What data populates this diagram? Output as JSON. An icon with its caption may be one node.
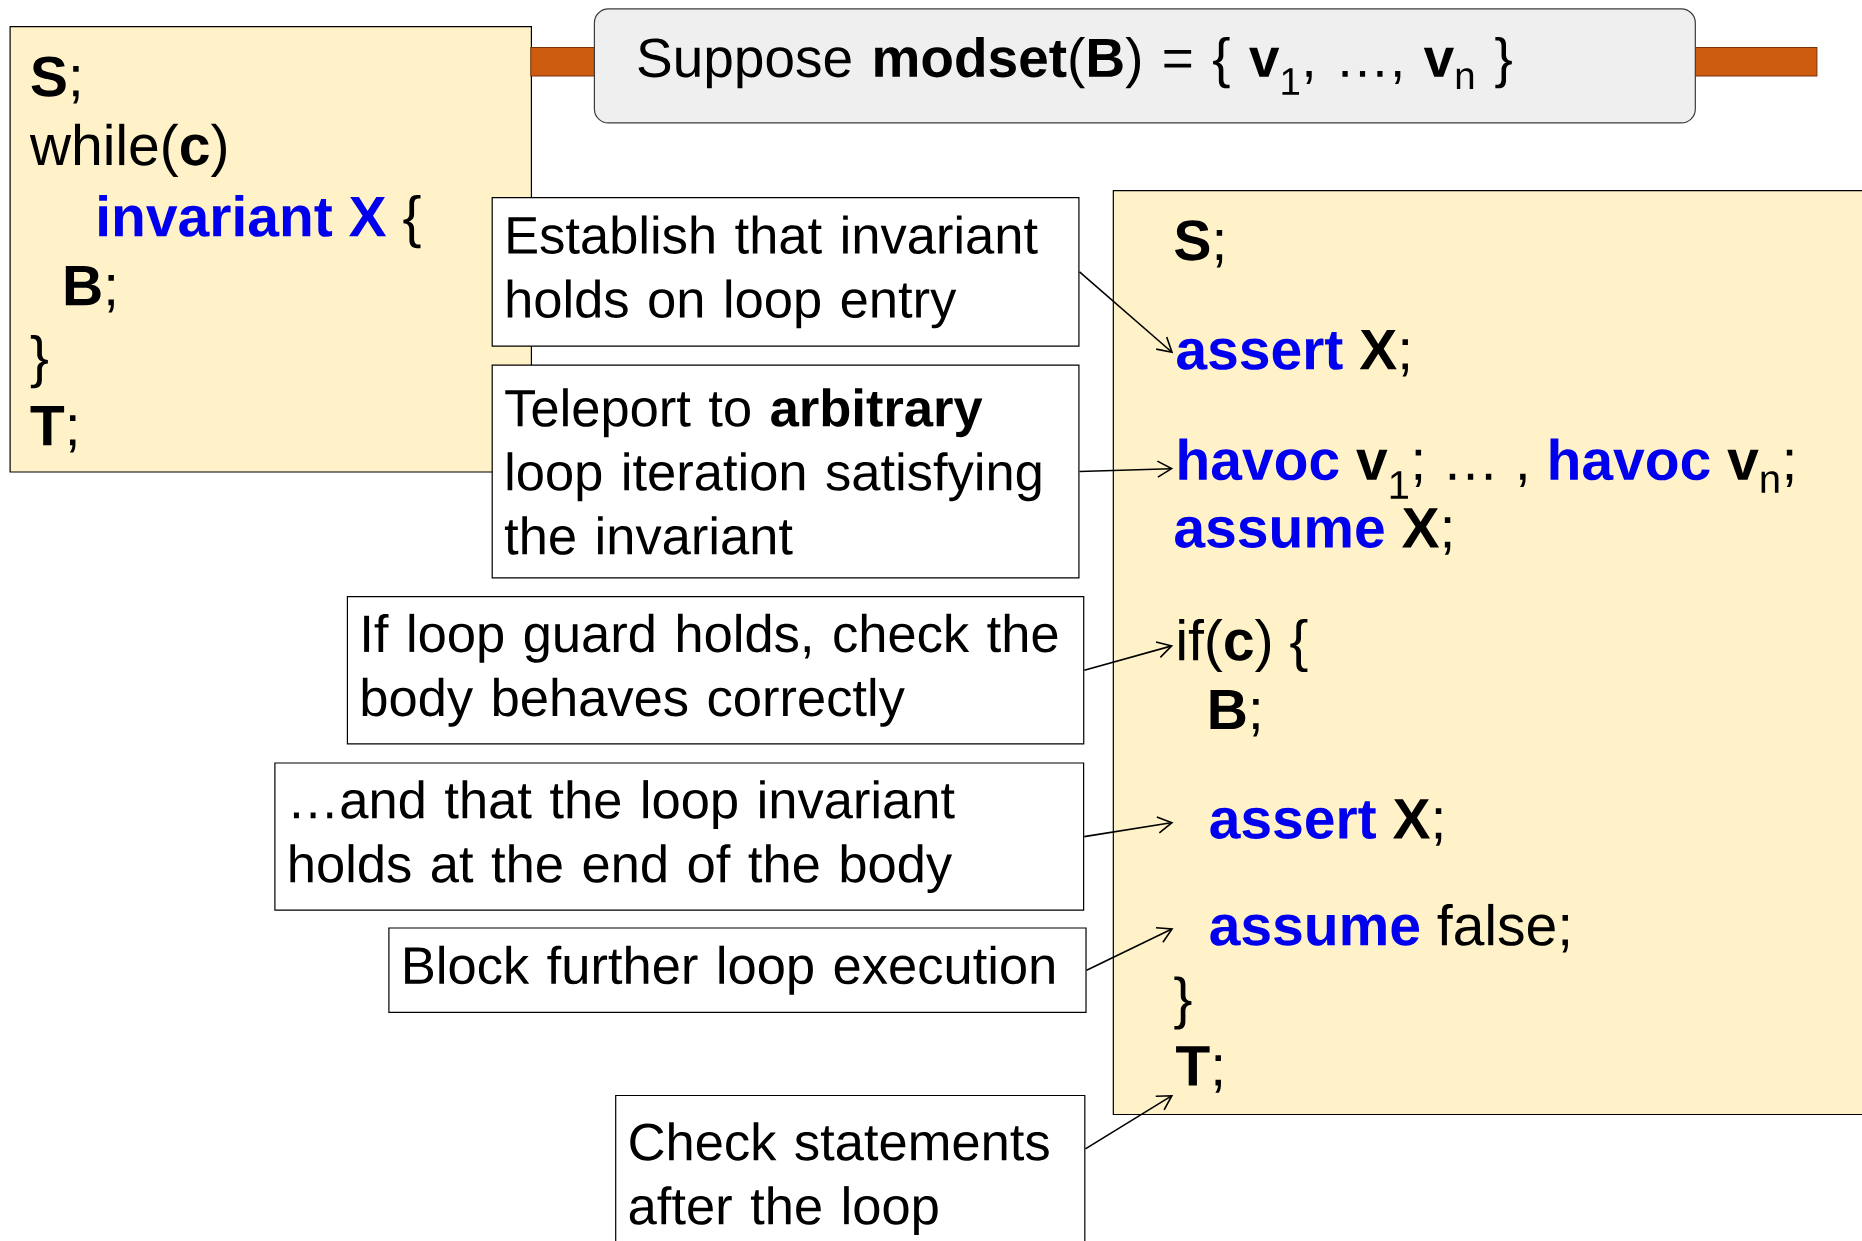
{
  "diagram": {
    "nodes": [
      {
        "text": [
          "**S**;",
          "while(**c**)",
          "invariant X",
          "{",
          "**B**;",
          "}",
          "**T**;"
        ]
      },
      {
        "text": [
          "Suppose **modset**(**B**) = { **v**$_{1}$, …, **v**$_{n}$ }"
        ]
      },
      {
        "text": [
          "**S**;",
          "assume",
          "**X**;",
          "**B**;",
          "}"
        ]
      },
      {
        "text": [
          "Establish that invariant holds on loop entry"
        ]
      },
      {
        "text": [
          "assert",
          "**X**;"
        ],
        "in": 2
      },
      {
        "text": [
          "Teleport to **arbitrary** loop iteration satisfying the invariant"
        ]
      },
      {
        "text": [
          "havoc",
          "**v**$_{1}$; … ,",
          "havoc",
          "**v**$_{n}$;"
        ],
        "in": 2
      },
      {
        "text": [
          "If loop guard holds, check the body behaves correctly"
        ]
      },
      {
        "text": [
          "if(**c**) {"
        ],
        "in": 2
      },
      {
        "text": [
          "…and that the loop invariant holds at the end of the body"
        ]
      },
      {
        "text": [
          "assert",
          "**X**;"
        ],
        "in": 2
      },
      {
        "text": [
          "Block further loop execution"
        ]
      },
      {
        "text": [
          "assume",
          "false;"
        ],
        "in": 2
      },
      {
        "text": [
          "**T**;"
        ],
        "in": 2
      },
      {
        "text": [
          "Check statements after the loop"
        ]
      }
    ],
    "edges": [
      {
        "from": 3,
        "to": 4,
        "arrow": "to"
      },
      {
        "from": 5,
        "to": 6,
        "arrow": "to"
      },
      {
        "from": 7,
        "to": 8,
        "arrow": "to"
      },
      {
        "from": 9,
        "to": 10,
        "arrow": "to"
      },
      {
        "from": 11,
        "to": 12,
        "arrow": "to"
      },
      {
        "from": 14,
        "to": 13,
        "arrow": "to"
      }
    ]
  }
}
